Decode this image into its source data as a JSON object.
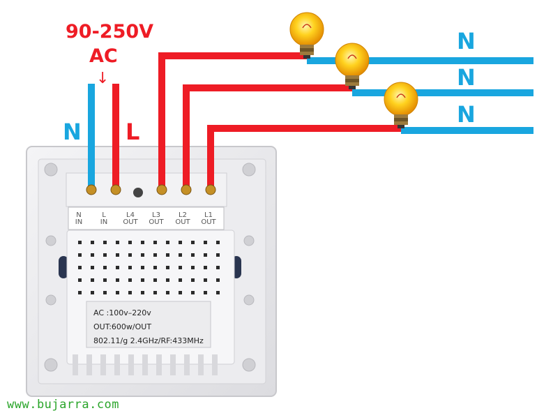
{
  "supply": {
    "voltage": "90-250V",
    "type": "AC",
    "arrow": "↓",
    "neutral": "N",
    "live": "L"
  },
  "neutral_labels": [
    "N",
    "N",
    "N"
  ],
  "terminals": [
    {
      "top": "N",
      "bottom": "IN"
    },
    {
      "top": "L",
      "bottom": "IN"
    },
    {
      "top": "L4",
      "bottom": "OUT"
    },
    {
      "top": "L3",
      "bottom": "OUT"
    },
    {
      "top": "L2",
      "bottom": "OUT"
    },
    {
      "top": "L1",
      "bottom": "OUT"
    }
  ],
  "specs": [
    "AC :100v–220v",
    "OUT:600w/OUT",
    "802.11/g 2.4GHz/RF:433MHz"
  ],
  "watermark": "www.bujarra.com",
  "colors": {
    "live_wire": "#ee1c25",
    "neutral_wire": "#19a6df",
    "bulb": "#f7b500"
  }
}
